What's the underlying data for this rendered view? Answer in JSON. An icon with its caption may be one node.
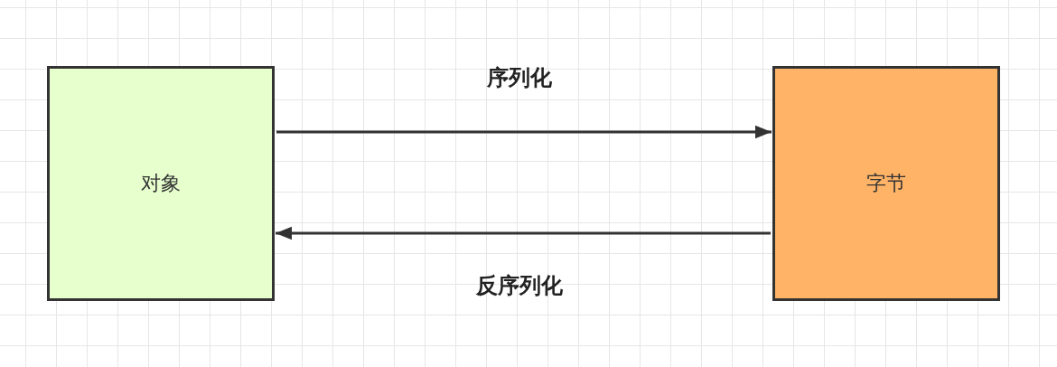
{
  "diagram": {
    "nodes": [
      {
        "text": [
          "对象"
        ]
      },
      {
        "text": [
          "字节"
        ]
      }
    ],
    "edges": [
      {
        "from": 0,
        "to": 1,
        "arrow": "to",
        "label": "序列化"
      },
      {
        "from": 1,
        "to": 0,
        "arrow": "to",
        "label": "反序列化"
      }
    ]
  }
}
